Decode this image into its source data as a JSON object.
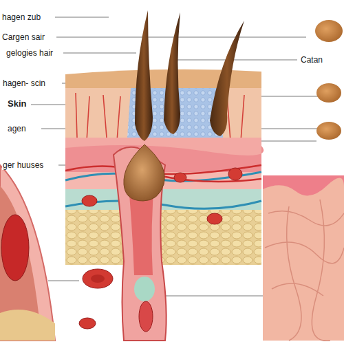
{
  "diagram": {
    "labels": [
      "hagen zub",
      "Cargen sair",
      "gelogies hair",
      "Catan",
      "hagen- scin",
      "Skin",
      "agen",
      "ger huuses"
    ]
  }
}
